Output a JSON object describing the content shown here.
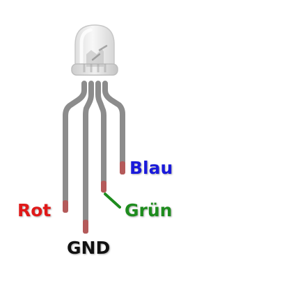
{
  "labels": {
    "blau": "Blau",
    "gruen": "Grün",
    "rot": "Rot",
    "gnd": "GND"
  },
  "colors": {
    "blau": "#1a1adb",
    "gruen": "#1e8c1e",
    "rot": "#e01818",
    "gnd": "#111111",
    "lead": "#8c8c8c",
    "lead_tip": "#b45a5a",
    "green_wire": "#1e8c1e",
    "led_body": "#e6e6e6"
  },
  "icons": {
    "component": "rgb-led-common-cathode"
  }
}
